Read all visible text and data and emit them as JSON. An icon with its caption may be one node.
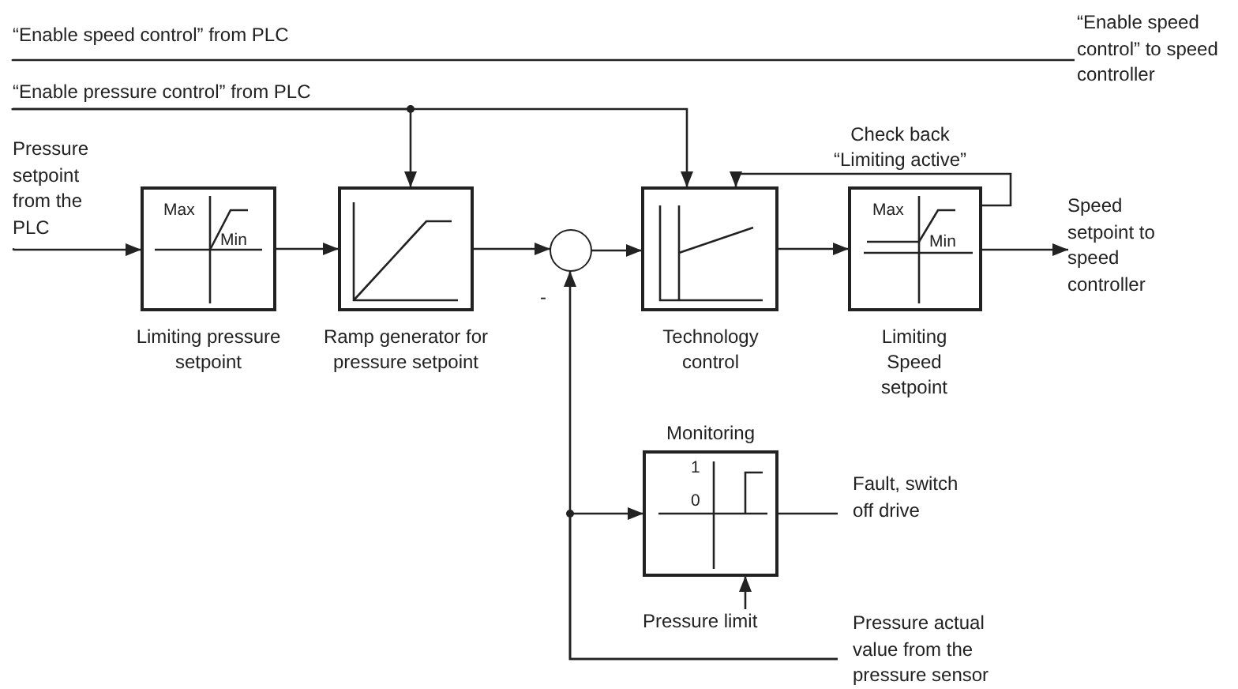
{
  "diagram": {
    "nodes": [
      {
        "text": [
          "“Enable speed control” from PLC"
        ]
      },
      {
        "text": [
          "“Enable speed control” to speed controller"
        ]
      },
      {
        "text": [
          "“Enable pressure control” from PLC"
        ]
      },
      {
        "text": [
          "Pressure setpoint from the PLC"
        ]
      },
      {
        "text": [
          "Max",
          "Min"
        ],
        "beside": [
          "Limiting pressure setpoint"
        ]
      },
      {
        "text": [],
        "shape": "box",
        "beside": [
          "Ramp generator for pressure setpoint"
        ]
      },
      {
        "text": [],
        "shape": "circle",
        "beside": [
          "-"
        ]
      },
      {
        "text": [],
        "shape": "box",
        "beside": [
          "Technology control"
        ]
      },
      {
        "text": [
          "Max",
          "Min"
        ],
        "beside": [
          "Limiting Speed setpoint"
        ]
      },
      {
        "text": [
          "Speed setpoint to speed controller"
        ]
      },
      {
        "text": [
          "1",
          "0"
        ],
        "beside": [
          "Monitoring"
        ]
      },
      {
        "text": [
          "Fault, switch off drive"
        ]
      },
      {
        "text": [
          "Pressure limit"
        ]
      },
      {
        "text": [
          "Pressure actual value from the pressure sensor"
        ]
      }
    ],
    "edges": [
      {
        "from": 0,
        "to": 1,
        "arrow": "none"
      },
      {
        "from": 2,
        "to": 5,
        "arrow": "to"
      },
      {
        "from": 2,
        "to": 7,
        "arrow": "to"
      },
      {
        "from": 3,
        "to": 4,
        "arrow": "to"
      },
      {
        "from": 4,
        "to": 5,
        "arrow": "to"
      },
      {
        "from": 5,
        "to": 6,
        "arrow": "to"
      },
      {
        "from": 6,
        "to": 7,
        "arrow": "to"
      },
      {
        "from": 7,
        "to": 8,
        "arrow": "to"
      },
      {
        "from": 8,
        "to": 9,
        "arrow": "to"
      },
      {
        "from": 8,
        "to": 7,
        "arrow": "to",
        "label": "Check back “Limiting active”"
      },
      {
        "from": 10,
        "to": 11,
        "arrow": "none"
      },
      {
        "from": 12,
        "to": 10,
        "arrow": "to"
      },
      {
        "from": 13,
        "to": 6,
        "arrow": "to"
      },
      {
        "from": 13,
        "to": 10,
        "arrow": "to"
      }
    ]
  }
}
